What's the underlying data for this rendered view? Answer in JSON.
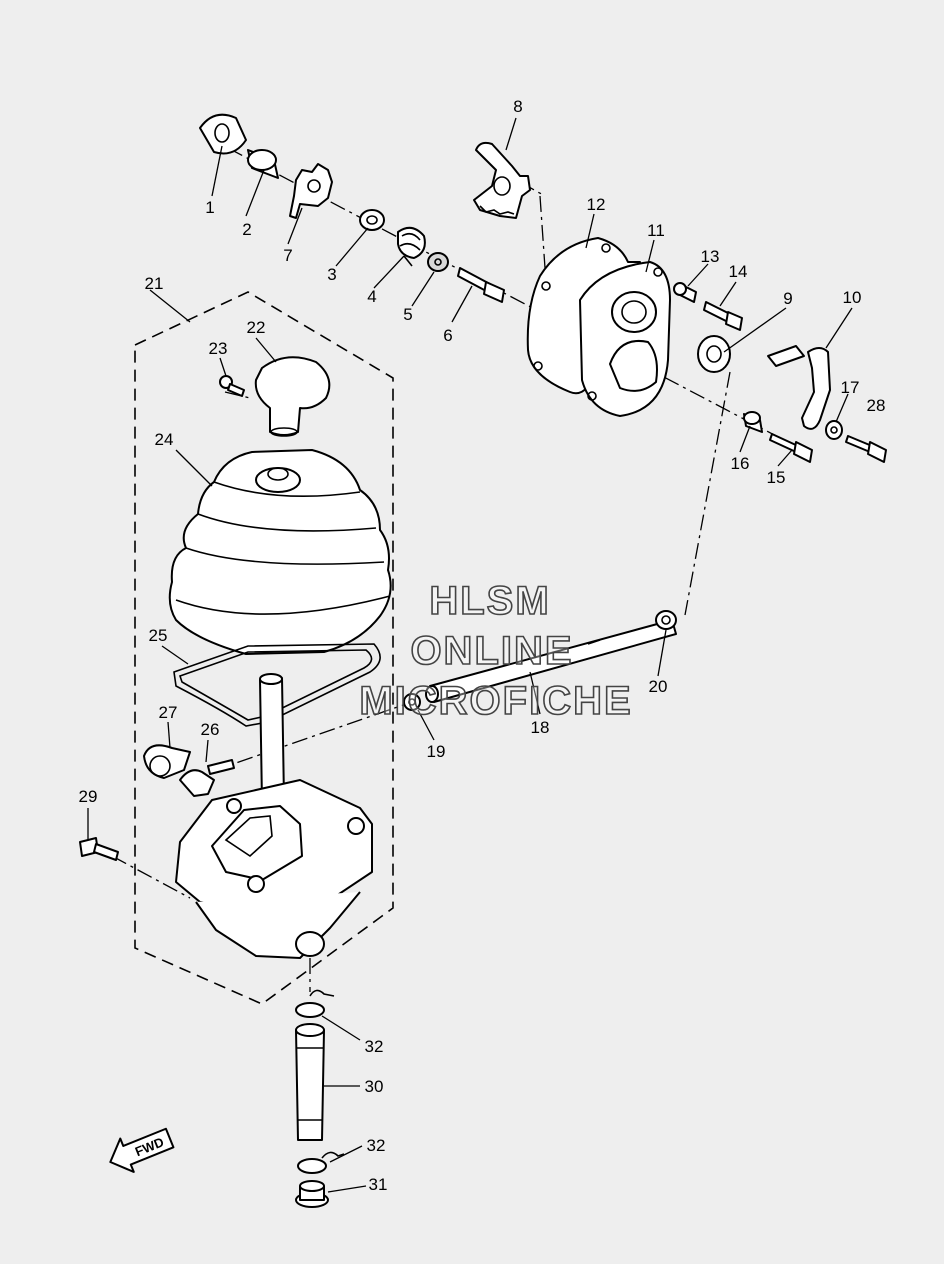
{
  "callouts": [
    "1",
    "2",
    "3",
    "4",
    "5",
    "6",
    "7",
    "8",
    "9",
    "10",
    "11",
    "12",
    "13",
    "14",
    "15",
    "16",
    "17",
    "18",
    "19",
    "20",
    "21",
    "22",
    "23",
    "24",
    "25",
    "26",
    "27",
    "28",
    "29",
    "30",
    "31",
    "32",
    "32"
  ],
  "watermark": {
    "line1": "HLSM",
    "line2": "ONLINE",
    "line3": "MICROFICHE"
  },
  "direction_badge": "FWD",
  "colors": {
    "background": "#eeeeee",
    "ink": "#000000"
  }
}
